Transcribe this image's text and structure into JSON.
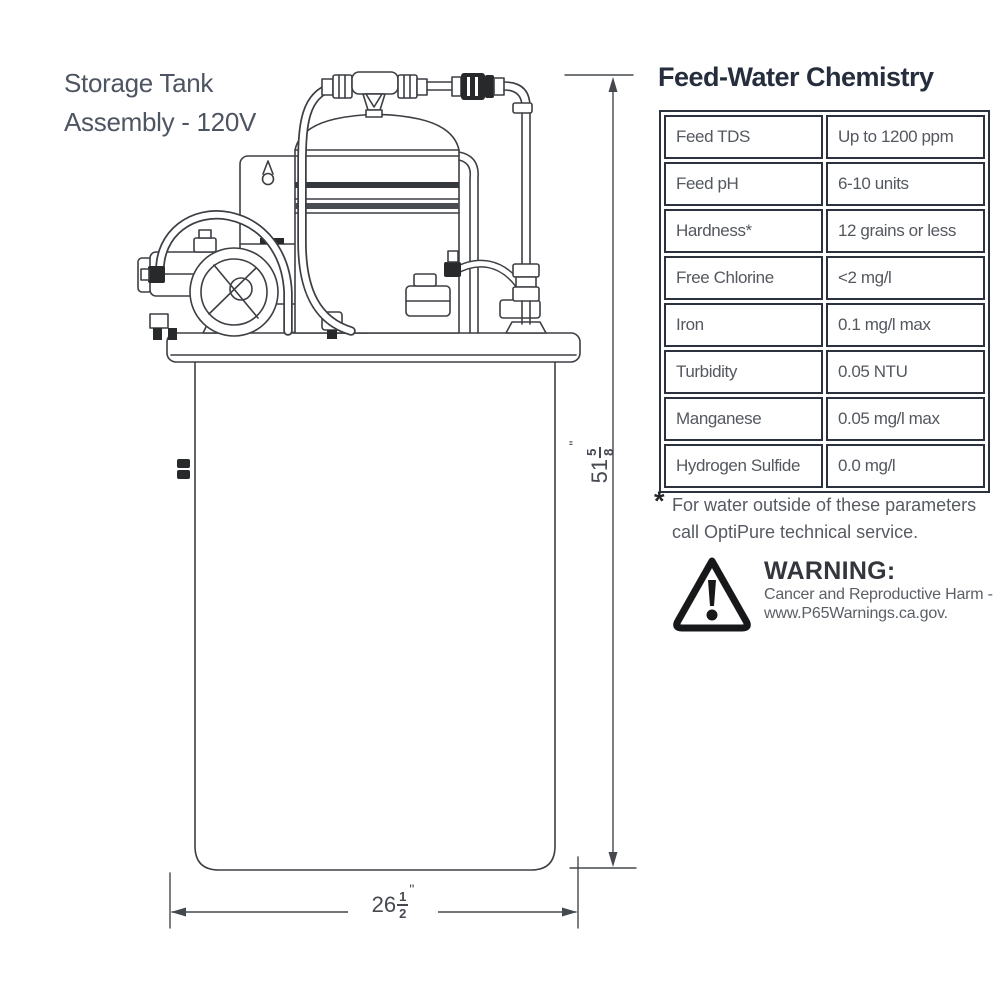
{
  "diagram": {
    "title_line1": "Storage Tank",
    "title_line2": "Assembly - 120V",
    "height_dimension": {
      "whole": "51",
      "numerator": "5",
      "denominator": "8",
      "unit": "\""
    },
    "width_dimension": {
      "whole": "26",
      "numerator": "1",
      "denominator": "2",
      "unit": "\""
    }
  },
  "chemistry": {
    "title": "Feed-Water Chemistry",
    "rows": [
      {
        "param": "Feed TDS",
        "value": "Up to 1200 ppm"
      },
      {
        "param": "Feed pH",
        "value": "6-10 units"
      },
      {
        "param": "Hardness*",
        "value": "12 grains or less"
      },
      {
        "param": "Free Chlorine",
        "value": "<2 mg/l"
      },
      {
        "param": "Iron",
        "value": "0.1 mg/l max"
      },
      {
        "param": "Turbidity",
        "value": "0.05 NTU"
      },
      {
        "param": "Manganese",
        "value": "0.05 mg/l max"
      },
      {
        "param": "Hydrogen Sulfide",
        "value": "0.0 mg/l"
      }
    ]
  },
  "footnote": {
    "asterisk": "*",
    "line1": "For water outside of these parameters",
    "line2": "call OptiPure technical service."
  },
  "warning": {
    "icon": "warning-triangle-icon",
    "title": "WARNING:",
    "line1": "Cancer and Reproductive Harm -",
    "line2": "www.P65Warnings.ca.gov."
  },
  "colors": {
    "heading": "#262e3d",
    "body_text": "#565b62",
    "drawing_line": "#3c3f44",
    "table_border": "#2b313d",
    "warning_black": "#17181a"
  }
}
